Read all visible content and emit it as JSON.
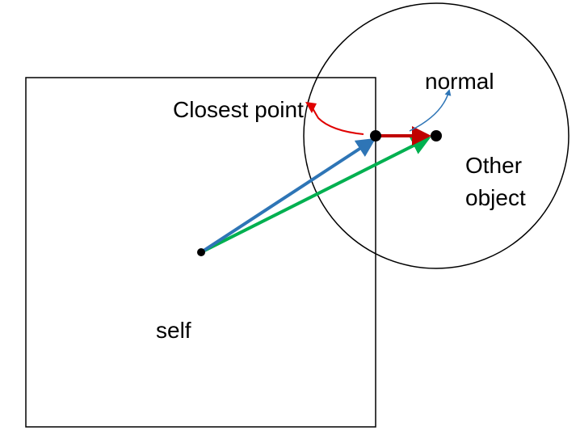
{
  "labels": {
    "closest_point": "Closest point",
    "normal": "normal",
    "other_line1": "Other",
    "other_line2": "object",
    "self": "self"
  },
  "colors": {
    "outline": "#000000",
    "closest_point_vector": "#2E75B6",
    "other_center_vector": "#00B050",
    "contact_vector": "#C00000",
    "closest_point_callout": "#E00000",
    "normal_arrow": "#2E75B6",
    "point": "#000000"
  }
}
